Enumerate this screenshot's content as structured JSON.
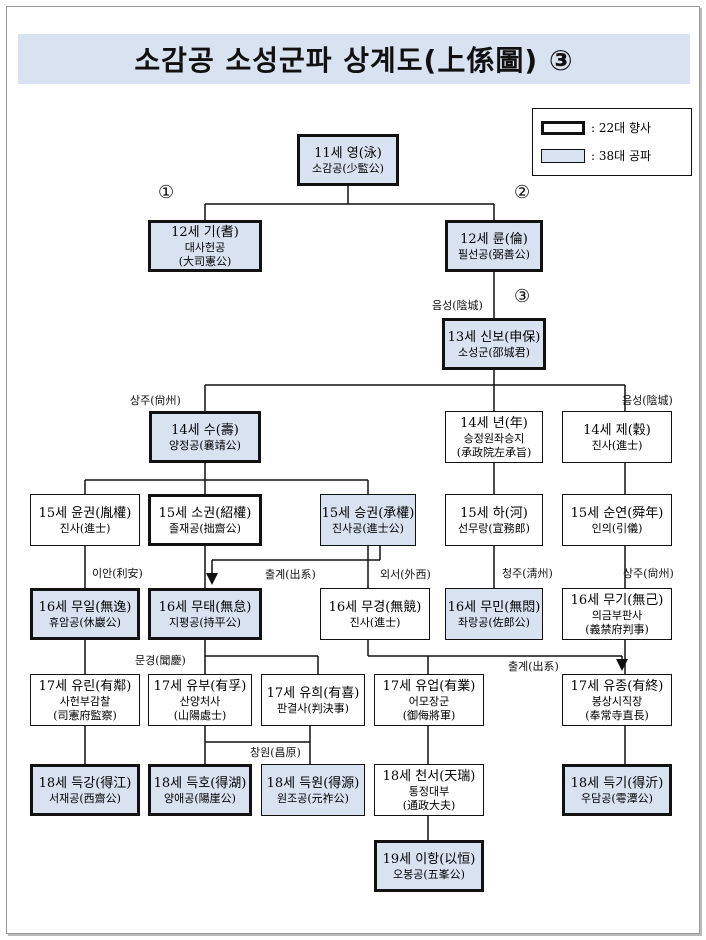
{
  "title": "소감공 소성군파 상계도(上係圖) ③",
  "legend": {
    "t22": ": 22대 향사",
    "t38": ": 38대 공파"
  },
  "markers": {
    "c1": "①",
    "c2": "②",
    "c3": "③"
  },
  "labels": {
    "eumseong1": "음성(陰城)",
    "sangju1": "상주(尙州)",
    "eumseong2": "음성(陰城)",
    "ian": "이안(利安)",
    "chulgye1": "출계(出系)",
    "oeseo": "외서(外西)",
    "cheongju": "청주(淸州)",
    "sangju2": "상주(尙州)",
    "mungyeong": "문경(聞慶)",
    "chulgye2": "출계(出系)",
    "changwon": "창원(昌原)"
  },
  "nodes": {
    "n11": {
      "name": "11세 영(泳)",
      "sub": [
        "소감공(少監公)"
      ]
    },
    "n12a": {
      "name": "12세 기(耆)",
      "sub": [
        "대사헌공",
        "(大司憲公)"
      ]
    },
    "n12b": {
      "name": "12세 륜(倫)",
      "sub": [
        "필선공(弼善公)"
      ]
    },
    "n13": {
      "name": "13세 신보(申保)",
      "sub": [
        "소성군(邵城君)"
      ]
    },
    "n14a": {
      "name": "14세 수(壽)",
      "sub": [
        "양정공(襄靖公)"
      ]
    },
    "n14b": {
      "name": "14세 년(年)",
      "sub": [
        "승정원좌승지",
        "(承政院左承旨)"
      ]
    },
    "n14c": {
      "name": "14세 제(穀)",
      "sub": [
        "진사(進士)"
      ]
    },
    "n15a": {
      "name": "15세 윤권(胤權)",
      "sub": [
        "진사(進士)"
      ]
    },
    "n15b": {
      "name": "15세 소권(紹權)",
      "sub": [
        "졸재공(拙齋公)"
      ]
    },
    "n15c": {
      "name": "15세 승권(承權)",
      "sub": [
        "진사공(進士公)"
      ]
    },
    "n15d": {
      "name": "15세 하(河)",
      "sub": [
        "선무랑(宣務郎)"
      ]
    },
    "n15e": {
      "name": "15세 순연(舜年)",
      "sub": [
        "인의(引儀)"
      ]
    },
    "n16a": {
      "name": "16세 무일(無逸)",
      "sub": [
        "휴암공(休巖公)"
      ]
    },
    "n16b": {
      "name": "16세 무태(無怠)",
      "sub": [
        "지평공(持平公)"
      ]
    },
    "n16c": {
      "name": "16세 무경(無競)",
      "sub": [
        "진사(進士)"
      ]
    },
    "n16d": {
      "name": "16세 무민(無悶)",
      "sub": [
        "좌랑공(佐郎公)"
      ]
    },
    "n16e": {
      "name": "16세 무기(無己)",
      "sub": [
        "의금부판사",
        "(義禁府判事)"
      ]
    },
    "n17a": {
      "name": "17세 유린(有鄰)",
      "sub": [
        "사헌부감찰",
        "(司憲府監察)"
      ]
    },
    "n17b": {
      "name": "17세 유부(有孚)",
      "sub": [
        "산양처사",
        "(山陽處士)"
      ]
    },
    "n17c": {
      "name": "17세 유희(有喜)",
      "sub": [
        "판결사(判決事)"
      ]
    },
    "n17d": {
      "name": "17세 유업(有業)",
      "sub": [
        "어모장군",
        "(御侮將軍)"
      ]
    },
    "n17e": {
      "name": "17세 유종(有終)",
      "sub": [
        "봉상시직장",
        "(奉常寺直長)"
      ]
    },
    "n18a": {
      "name": "18세 득강(得江)",
      "sub": [
        "서재공(西齋公)"
      ]
    },
    "n18b": {
      "name": "18세 득호(得湖)",
      "sub": [
        "양애공(陽崖公)"
      ]
    },
    "n18c": {
      "name": "18세 득원(得源)",
      "sub": [
        "원조공(元祚公)"
      ]
    },
    "n18d": {
      "name": "18세 천서(天瑞)",
      "sub": [
        "통정대부",
        "(通政大夫)"
      ]
    },
    "n18e": {
      "name": "18세 득기(得沂)",
      "sub": [
        "우담공(雩潭公)"
      ]
    },
    "n19": {
      "name": "19세 이항(以恒)",
      "sub": [
        "오봉공(五峯公)"
      ]
    }
  },
  "colors": {
    "highlight": "#d9e2f1",
    "line": "#111111"
  }
}
